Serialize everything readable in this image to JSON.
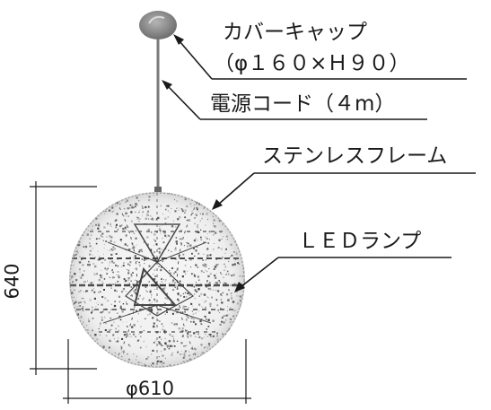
{
  "labels": {
    "cover_cap": "カバーキャップ",
    "cover_cap_size": "（φ１６０×Ｈ９０）",
    "power_cord": "電源コード（４m）",
    "stainless_frame": "ステンレスフレーム",
    "led_lamp": "ＬＥＤランプ"
  },
  "dimensions": {
    "height": "640",
    "width": "φ610"
  },
  "colors": {
    "line": "#1a1a1a",
    "cap": "#8a8a8a",
    "cord": "#777777",
    "frame": "#555555"
  }
}
